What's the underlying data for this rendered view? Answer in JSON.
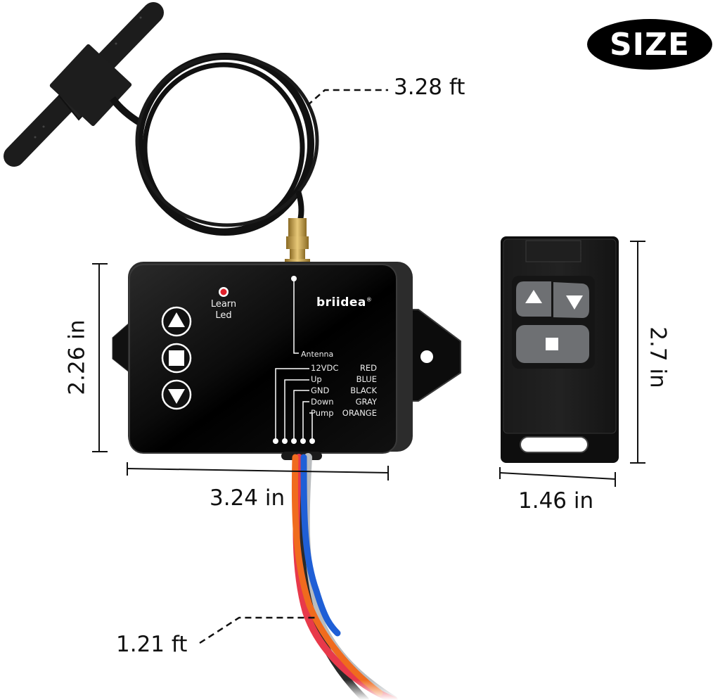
{
  "badge": {
    "label": "SIZE"
  },
  "dimensions": {
    "antenna_cable": "3.28 ft",
    "receiver_height": "2.26 in",
    "receiver_width": "3.24 in",
    "wire_length": "1.21 ft",
    "remote_height": "2.7 in",
    "remote_width": "1.46 in"
  },
  "receiver": {
    "brand": "briidea",
    "brand_mark": "®",
    "learn_led_line1": "Learn",
    "learn_led_line2": "Led",
    "antenna_label": "Antenna",
    "buttons": [
      {
        "icon": "up-triangle-icon"
      },
      {
        "icon": "stop-square-icon"
      },
      {
        "icon": "down-triangle-icon"
      }
    ],
    "wiring": [
      {
        "name": "12VDC",
        "color": "RED"
      },
      {
        "name": "Up",
        "color": "BLUE"
      },
      {
        "name": "GND",
        "color": "BLACK"
      },
      {
        "name": "Down",
        "color": "GRAY"
      },
      {
        "name": "Pump",
        "color": "ORANGE"
      }
    ]
  },
  "remote": {
    "buttons": [
      {
        "icon": "up-triangle-icon"
      },
      {
        "icon": "down-triangle-icon"
      },
      {
        "icon": "stop-square-icon"
      }
    ]
  },
  "colors": {
    "wire_red": "#e8394a",
    "wire_blue": "#1f5fd6",
    "wire_gray": "#b9bcbf",
    "wire_orange": "#f06b1e",
    "wire_black": "#2a2a2a",
    "led_red": "#e0202a",
    "connector_gold": "#c9a24a",
    "remote_button_gray": "#6e7073"
  }
}
